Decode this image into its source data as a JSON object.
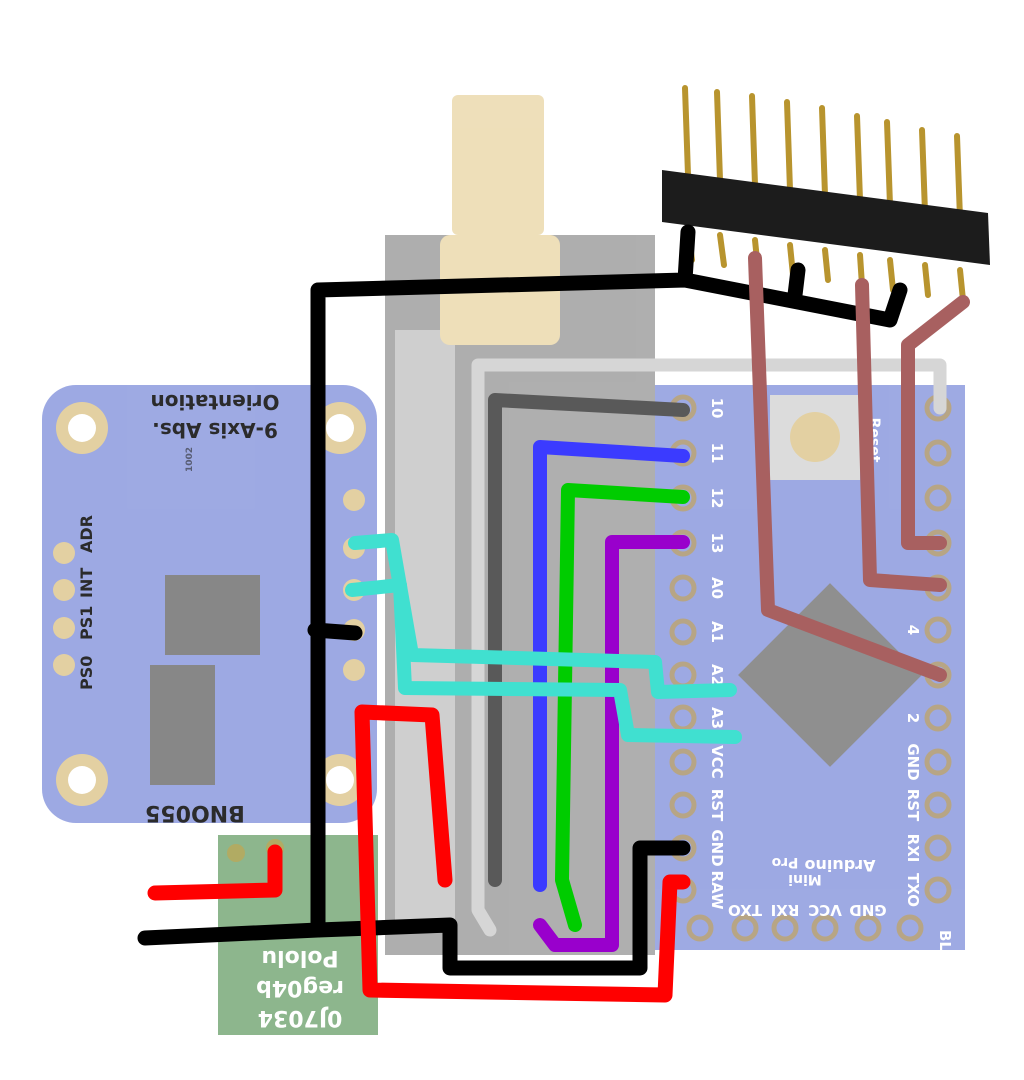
{
  "imu": {
    "title_line1": "Orientation",
    "title_line2": "9-Axis Abs.",
    "part": "BNO055",
    "pins_left": [
      "ADR",
      "INT",
      "PS1",
      "PS0"
    ],
    "resistor": "1002"
  },
  "arduino": {
    "pins_left": [
      "10",
      "11",
      "12",
      "13",
      "A0",
      "A1",
      "A2",
      "A3",
      "VCC",
      "RST",
      "GND",
      "RAW"
    ],
    "pins_right": [
      "2",
      "GND",
      "RST",
      "RXI",
      "TXO"
    ],
    "pin4": "4",
    "bottom_pins": [
      "TXO",
      "RXI",
      "VCC",
      "GND",
      "BLK"
    ],
    "reset": "Reset",
    "brand": "Arduino",
    "model_line1": "Pro",
    "model_line2": "Mini"
  },
  "regulator": {
    "lines": [
      "Pololu",
      "reg04b",
      "0J7034"
    ]
  },
  "colors": {
    "black": "#000000",
    "red": "#ff0000",
    "gray": "#595959",
    "lightgray": "#d6d6d6",
    "blue": "#3b3bff",
    "green": "#00cc00",
    "purple": "#9900cc",
    "cyan": "#40e0d0",
    "brown": "#a86060"
  }
}
